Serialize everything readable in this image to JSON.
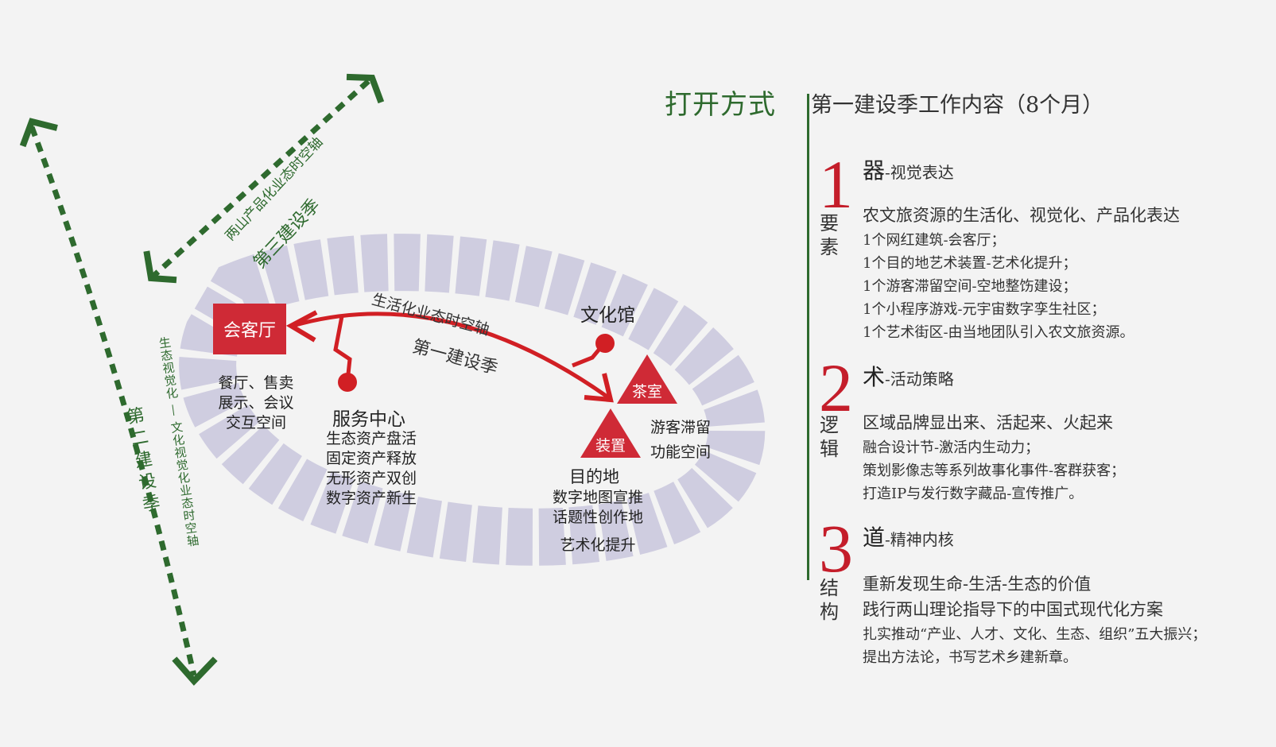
{
  "axes": {
    "third_axis": "两山产品化业态时空轴",
    "third_season": "第三建设季",
    "second_axis": "生态视觉化 — 文化视觉化业态时空轴",
    "second_season": "第二建设季",
    "life_axis": "生活化业态时空轴",
    "first_season": "第一建设季"
  },
  "nodes": {
    "huike": {
      "label": "会客厅",
      "lines": [
        "餐厅、售卖",
        "展示、会议",
        "交互空间"
      ]
    },
    "fuwu": {
      "label": "服务中心",
      "lines": [
        "生态资产盘活",
        "固定资产释放",
        "无形资产双创",
        "数字资产新生"
      ]
    },
    "wenhua": {
      "label": "文化馆"
    },
    "chashi": {
      "label": "茶室",
      "lines": [
        "游客滞留",
        "功能空间"
      ]
    },
    "zhuangzhi": {
      "label": "装置"
    },
    "mudidi": {
      "label": "目的地",
      "lines": [
        "数字地图宣推",
        "话题性创作地",
        "艺术化提升"
      ]
    }
  },
  "header": {
    "left_title": "打开方式",
    "right_title": "第一建设季工作内容（8个月）"
  },
  "sections": [
    {
      "number": "1",
      "side": "要素",
      "title_big": "器",
      "title_rest": "-视觉表达",
      "lead": "农文旅资源的生活化、视觉化、产品化表达",
      "items": [
        "1个网红建筑-会客厅；",
        "1个目的地艺术装置-艺术化提升；",
        "1个游客滞留空间-空地整饬建设；",
        "1个小程序游戏-元宇宙数字孪生社区；",
        "1个艺术街区-由当地团队引入农文旅资源。"
      ]
    },
    {
      "number": "2",
      "side": "逻辑",
      "title_big": "术",
      "title_rest": "-活动策略",
      "lead": "区域品牌显出来、活起来、火起来",
      "items": [
        "融合设计节-激活内生动力；",
        "策划影像志等系列故事化事件-客群获客；",
        "打造IP与发行数字藏品-宣传推广。"
      ]
    },
    {
      "number": "3",
      "side": "结构",
      "title_big": "道",
      "title_rest": "-精神内核",
      "lead": "重新发现生命-生活-生态的价值",
      "lead2": "践行两山理论指导下的中国式现代化方案",
      "items": [
        "扎实推动“产业、人才、文化、生态、组织”五大振兴；",
        "提出方法论，书写艺术乡建新章。"
      ]
    }
  ],
  "colors": {
    "green": "#2e6a2e",
    "red": "#c41d2a",
    "track": "#cfcde0",
    "background": "#f3f3f3"
  }
}
